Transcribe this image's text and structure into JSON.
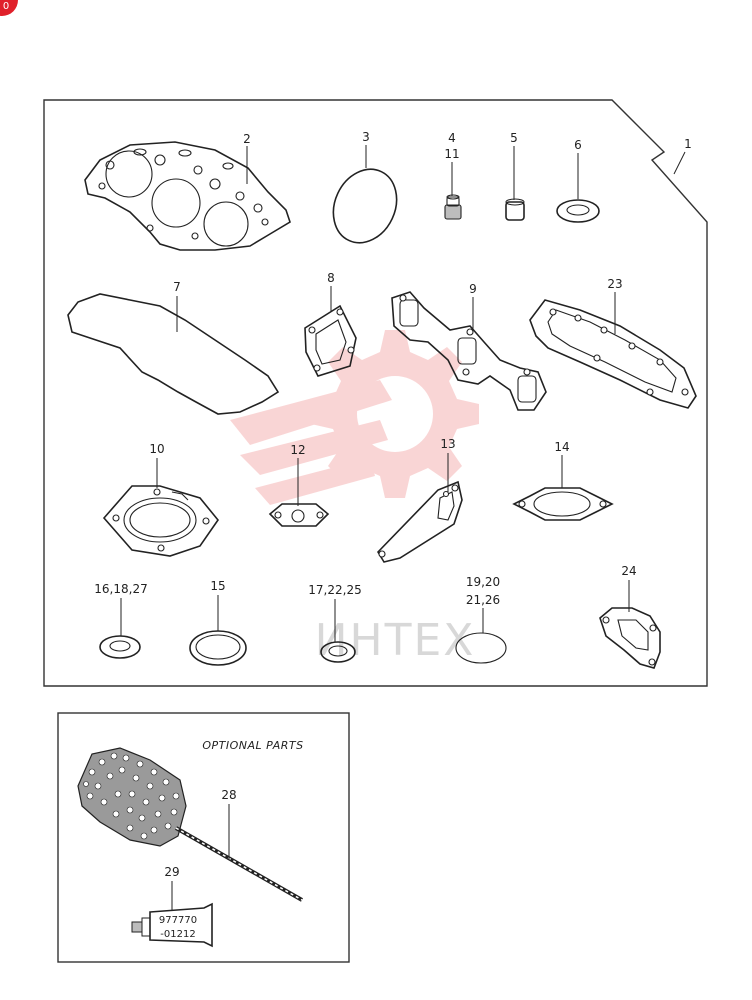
{
  "badge": {
    "text": "0",
    "color": "#e0202a"
  },
  "watermark": {
    "text": "ИНТЕХ",
    "color": "#f4a6a6"
  },
  "optional_box": {
    "title": "OPTIONAL PARTS"
  },
  "tube_text": {
    "line1": "977770",
    "line2": "-01212"
  },
  "labels": {
    "p1": "1",
    "p2": "2",
    "p3": "3",
    "p4": "4",
    "p11": "11",
    "p5": "5",
    "p6": "6",
    "p7": "7",
    "p8": "8",
    "p9": "9",
    "p23": "23",
    "p10": "10",
    "p12": "12",
    "p13": "13",
    "p14": "14",
    "p16": "16,18,27",
    "p15": "15",
    "p17": "17,22,25",
    "p19a": "19,20",
    "p19b": "21,26",
    "p24": "24",
    "p28": "28",
    "p29": "29"
  }
}
